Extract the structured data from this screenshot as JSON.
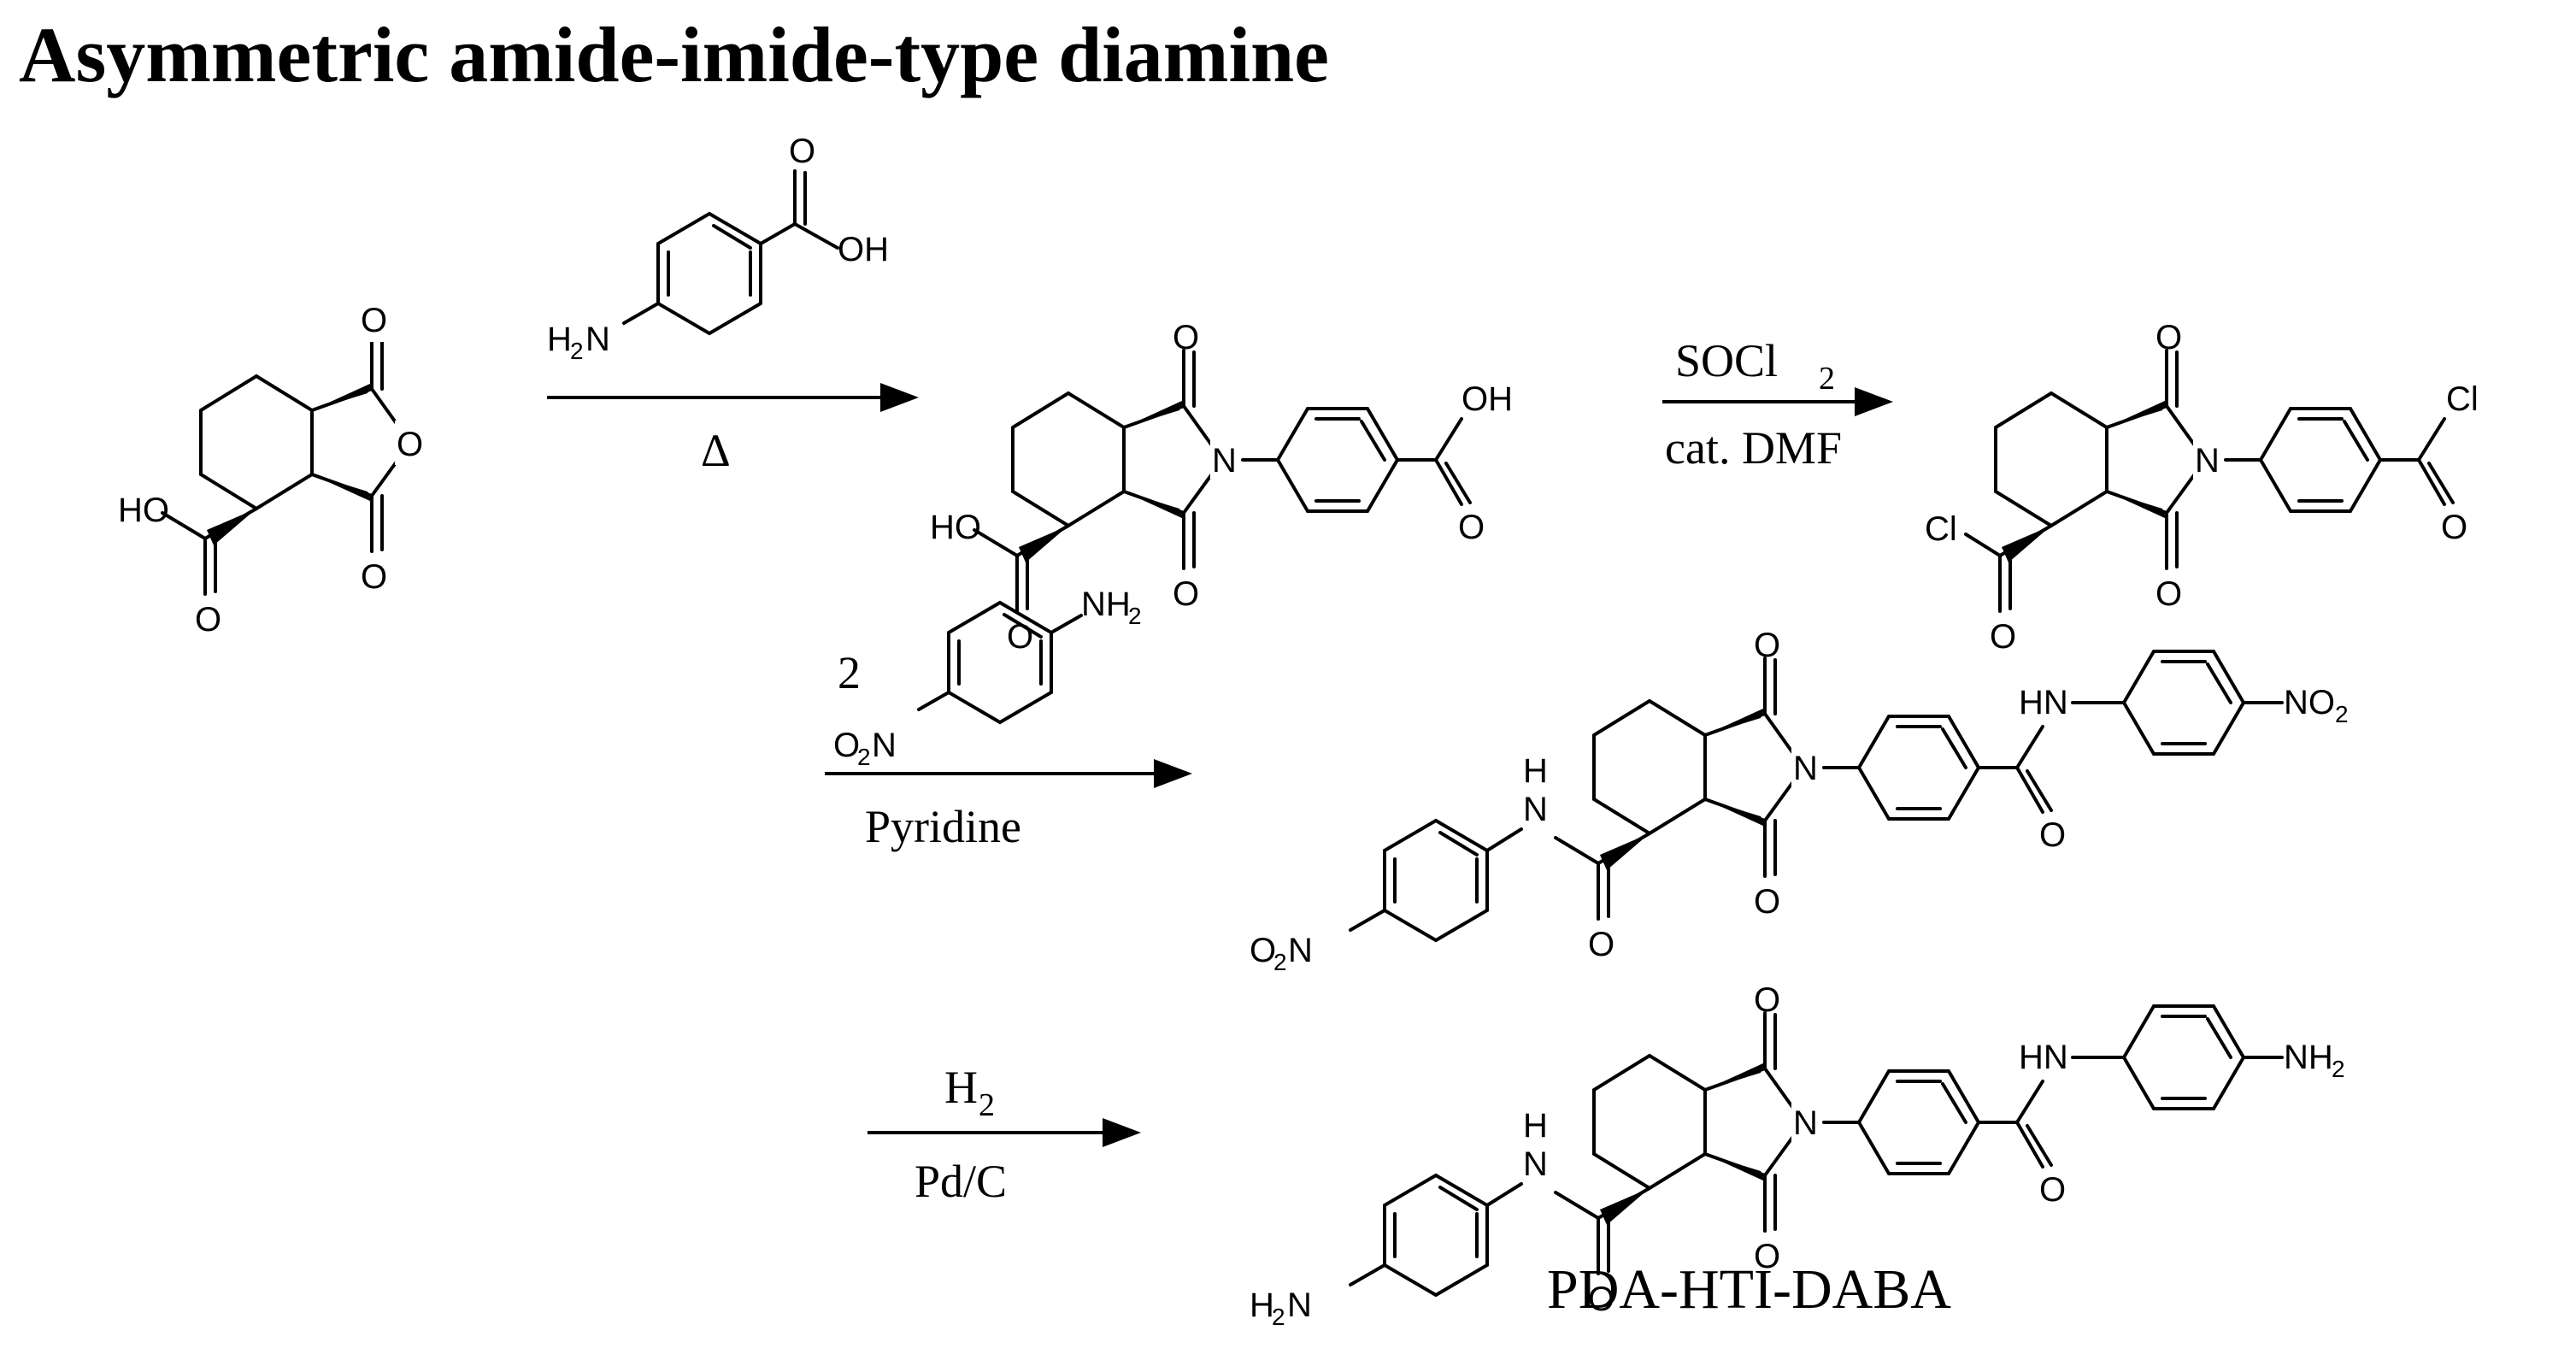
{
  "title": "Asymmetric amide-imide-type diamine",
  "atom_labels": {
    "o": "O",
    "oh": "OH",
    "ho": "HO",
    "n": "N",
    "cl": "Cl",
    "h": "H",
    "nh_prefix": "HN",
    "nh2_prefix": "NH",
    "h2_prefix": "H",
    "h2n_suffix": "N",
    "o2n_prefix": "O",
    "o2n_suffix": "N",
    "no2_prefix": "NO",
    "subscript_2": "2"
  },
  "steps": [
    {
      "reagent_coefficient": "",
      "above": "",
      "below": "Δ"
    },
    {
      "above_main": "SOCl",
      "above_sub": "2",
      "below": "cat. DMF"
    },
    {
      "coefficient": "2",
      "below": "Pyridine"
    },
    {
      "above_main": "H",
      "above_sub": "2",
      "below": "Pd/C"
    }
  ],
  "product_name": "PDA-HTI-DABA"
}
